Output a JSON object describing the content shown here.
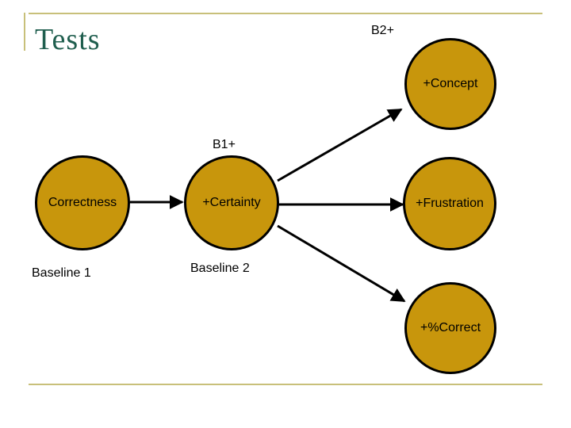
{
  "slide": {
    "title": "Tests"
  },
  "diagram": {
    "nodes": {
      "correctness": "Correctness",
      "certainty": "+Certainty",
      "frustration": "+Frustration",
      "concept": "+Concept",
      "pct_correct": "+%Correct"
    },
    "labels": {
      "b1": "B1+",
      "b2": "B2+",
      "baseline1": "Baseline 1",
      "baseline2": "Baseline 2"
    }
  },
  "colors": {
    "node_fill": "#c8960c",
    "title": "#1f5e4e",
    "frame": "#c8c07a"
  }
}
